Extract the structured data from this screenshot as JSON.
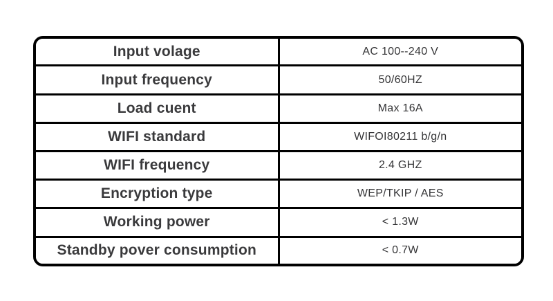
{
  "table": {
    "rows": [
      {
        "label": "Input volage",
        "value": "AC 100--240 V"
      },
      {
        "label": "Input frequency",
        "value": "50/60HZ"
      },
      {
        "label": "Load cuent",
        "value": "Max 16A"
      },
      {
        "label": "WIFI standard",
        "value": "WIFOI80211 b/g/n"
      },
      {
        "label": "WIFI frequency",
        "value": "2.4 GHZ"
      },
      {
        "label": "Encryption type",
        "value": "WEP/TKIP / AES"
      },
      {
        "label": "Working power",
        "value": "< 1.3W"
      },
      {
        "label": "Standby pover consumption",
        "value": "< 0.7W"
      }
    ],
    "colors": {
      "border": "#000000",
      "label_text": "#3a3a3c",
      "value_text": "#343436",
      "background": "#ffffff"
    }
  }
}
